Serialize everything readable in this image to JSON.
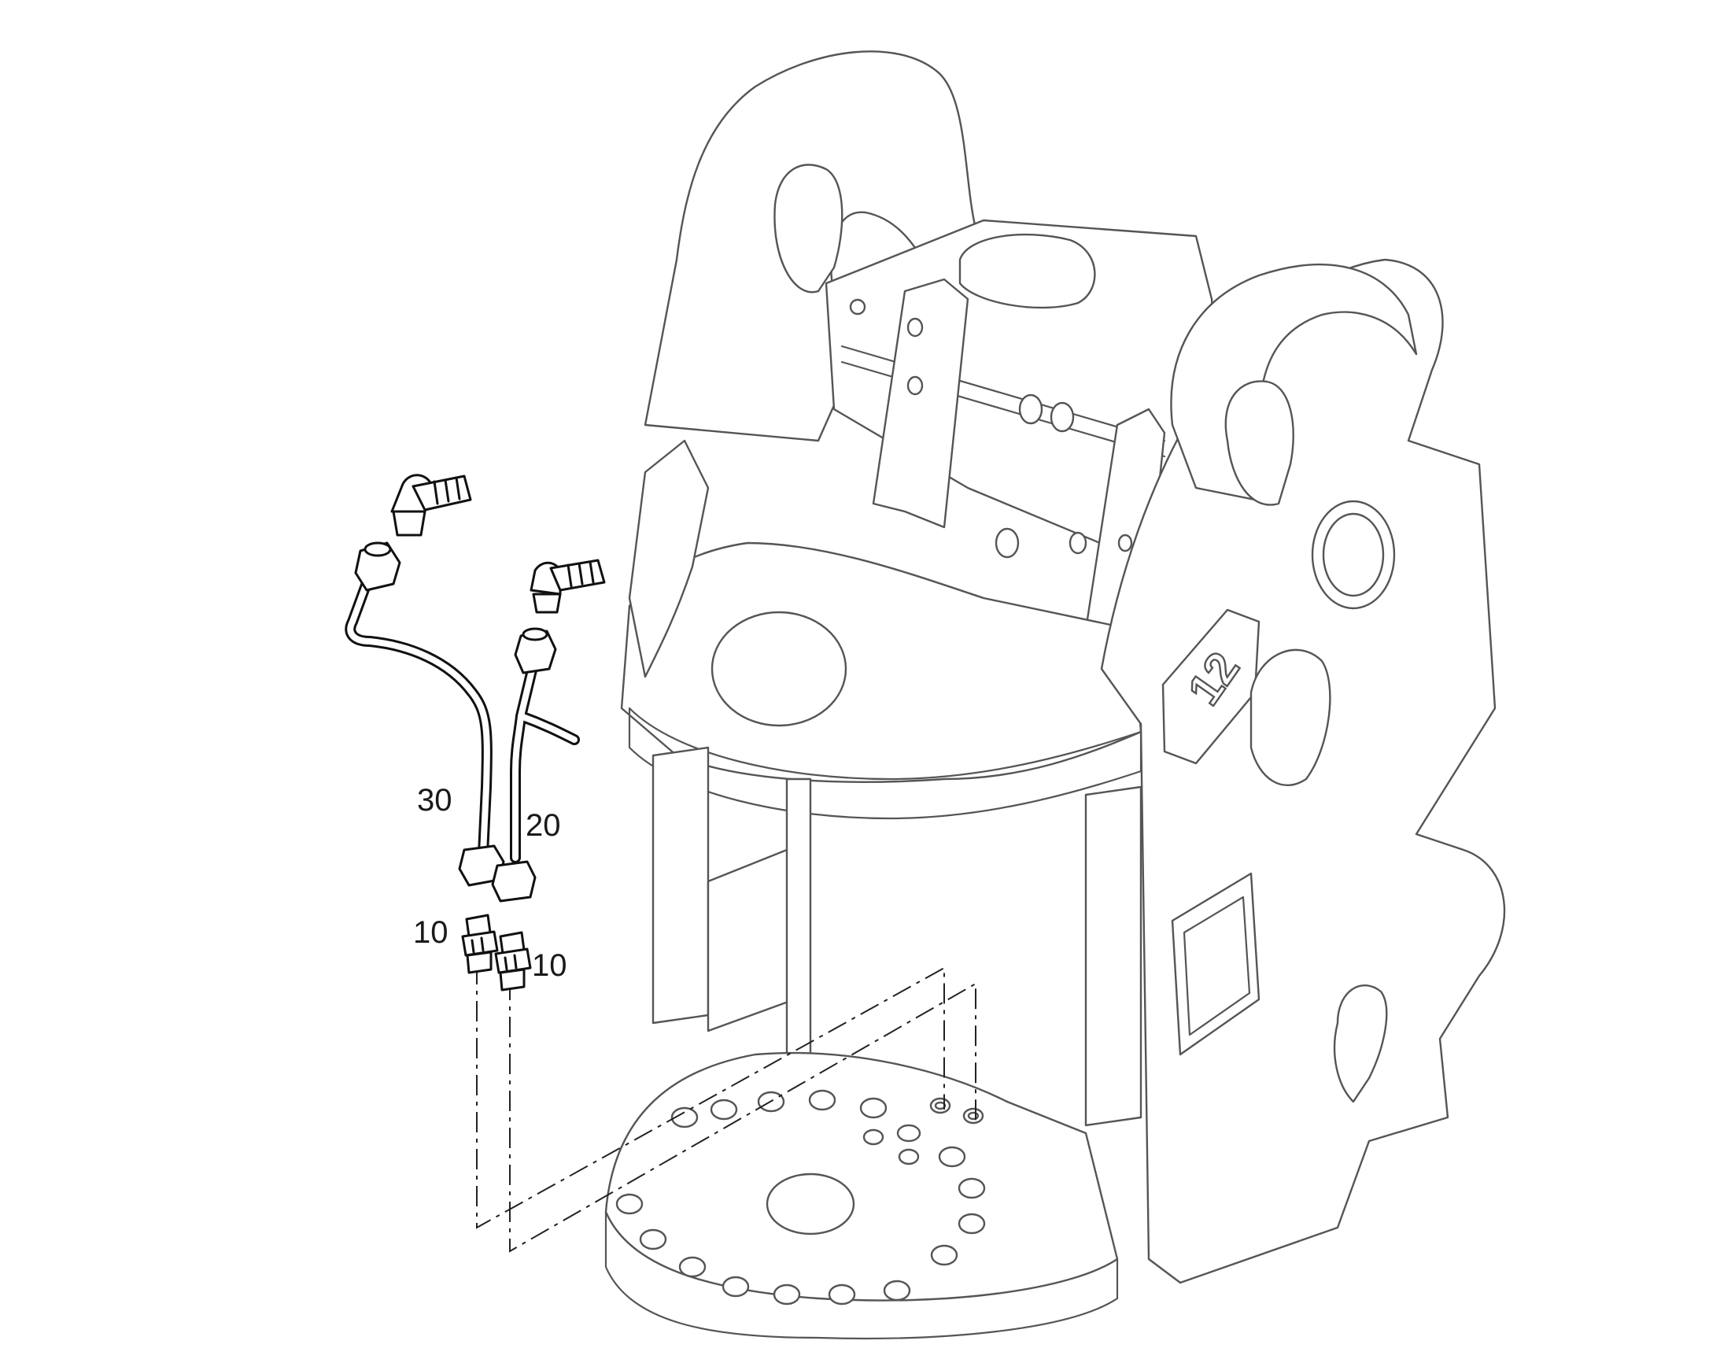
{
  "callouts": {
    "c30": "30",
    "c20": "20",
    "c10_left": "10",
    "c10_right": "10"
  },
  "emblem": "12"
}
